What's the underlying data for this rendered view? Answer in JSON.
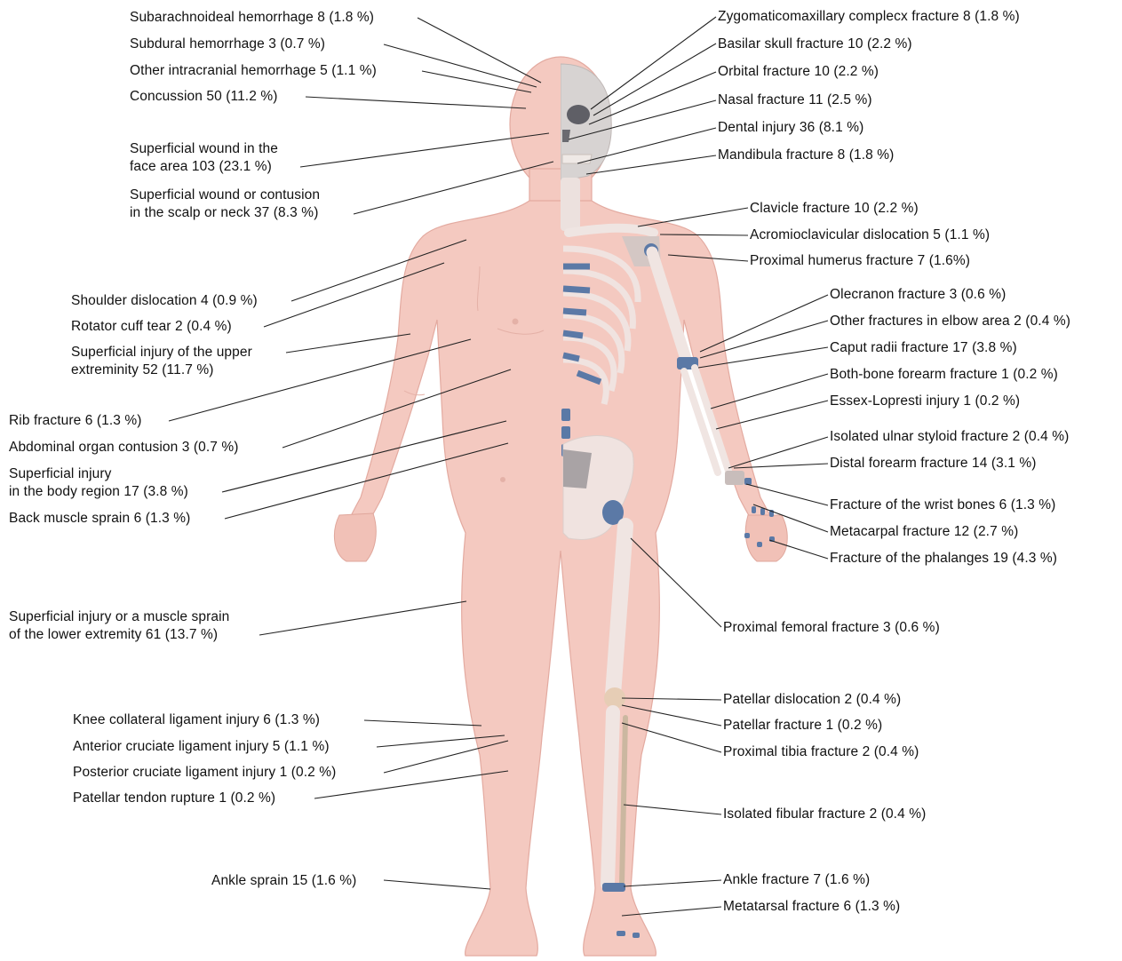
{
  "labels": {
    "subarachnoid": "Subarachnoideal hemorrhage 8 (1.8 %)",
    "subdural": "Subdural hemorrhage 3 (0.7 %)",
    "other_intracranial": "Other intracranial hemorrhage 5 (1.1 %)",
    "concussion": "Concussion 50 (11.2 %)",
    "face_wound_1": "Superficial wound in the",
    "face_wound_2": "face area 103 (23.1 %)",
    "scalp_wound_1": "Superficial wound or contusion",
    "scalp_wound_2": "in the scalp or neck 37 (8.3 %)",
    "shoulder_dislocation": "Shoulder dislocation 4 (0.9 %)",
    "rotator_cuff": "Rotator cuff tear 2 (0.4 %)",
    "upper_ext_1": "Superficial injury of the upper",
    "upper_ext_2": "extreminity 52 (11.7 %)",
    "rib_fracture": "Rib fracture 6 (1.3 %)",
    "abdominal": "Abdominal organ contusion 3 (0.7 %)",
    "body_region_1": "Superficial injury",
    "body_region_2": "in the body region 17 (3.8 %)",
    "back_sprain": "Back muscle sprain 6 (1.3 %)",
    "lower_ext_1": "Superficial injury or a muscle sprain",
    "lower_ext_2": "of the lower extremity 61 (13.7 %)",
    "knee_collateral": "Knee collateral ligament injury 6 (1.3 %)",
    "acl": "Anterior cruciate ligament injury 5 (1.1 %)",
    "pcl": "Posterior cruciate ligament injury 1 (0.2 %)",
    "patellar_tendon": "Patellar tendon rupture 1 (0.2 %)",
    "ankle_sprain": "Ankle sprain 15 (1.6 %)",
    "zygomatic": "Zygomaticomaxillary complecx fracture 8 (1.8 %)",
    "basilar": "Basilar skull fracture 10 (2.2 %)",
    "orbital": "Orbital fracture 10 (2.2 %)",
    "nasal": "Nasal fracture 11 (2.5 %)",
    "dental": "Dental injury 36 (8.1 %)",
    "mandibula": "Mandibula fracture 8 (1.8 %)",
    "clavicle": "Clavicle fracture 10 (2.2 %)",
    "acromioclavicular": "Acromioclavicular dislocation 5 (1.1 %)",
    "proximal_humerus": "Proximal humerus fracture 7 (1.6%)",
    "olecranon": "Olecranon fracture 3 (0.6 %)",
    "elbow_other": "Other fractures in elbow area 2 (0.4 %)",
    "caput_radii": "Caput radii fracture 17 (3.8 %)",
    "both_bone": "Both-bone forearm fracture 1 (0.2 %)",
    "essex": "Essex-Lopresti injury 1 (0.2 %)",
    "ulnar_styloid": "Isolated ulnar styloid fracture 2 (0.4 %)",
    "distal_forearm": "Distal forearm fracture 14 (3.1 %)",
    "wrist_bones": "Fracture of the wrist bones 6 (1.3 %)",
    "metacarpal": "Metacarpal fracture 12 (2.7 %)",
    "phalanges": "Fracture of the phalanges 19 (4.3 %)",
    "proximal_femoral": "Proximal femoral fracture 3 (0.6 %)",
    "patellar_dislocation": "Patellar dislocation 2 (0.4 %)",
    "patellar_fracture": "Patellar fracture 1 (0.2 %)",
    "proximal_tibia": "Proximal tibia fracture 2 (0.4 %)",
    "fibular": "Isolated fibular fracture 2 (0.4 %)",
    "ankle_fracture": "Ankle fracture 7 (1.6 %)",
    "metatarsal": "Metatarsal fracture 6 (1.3 %)"
  },
  "colors": {
    "skin": "#f4c9c0",
    "skin_shade": "#e9b3a8",
    "bone": "#f1e5e3",
    "bone_dark": "#d9c9c6",
    "highlight_blue": "#5b79a6",
    "patella": "#e6cdb5",
    "leader": "#222222"
  }
}
